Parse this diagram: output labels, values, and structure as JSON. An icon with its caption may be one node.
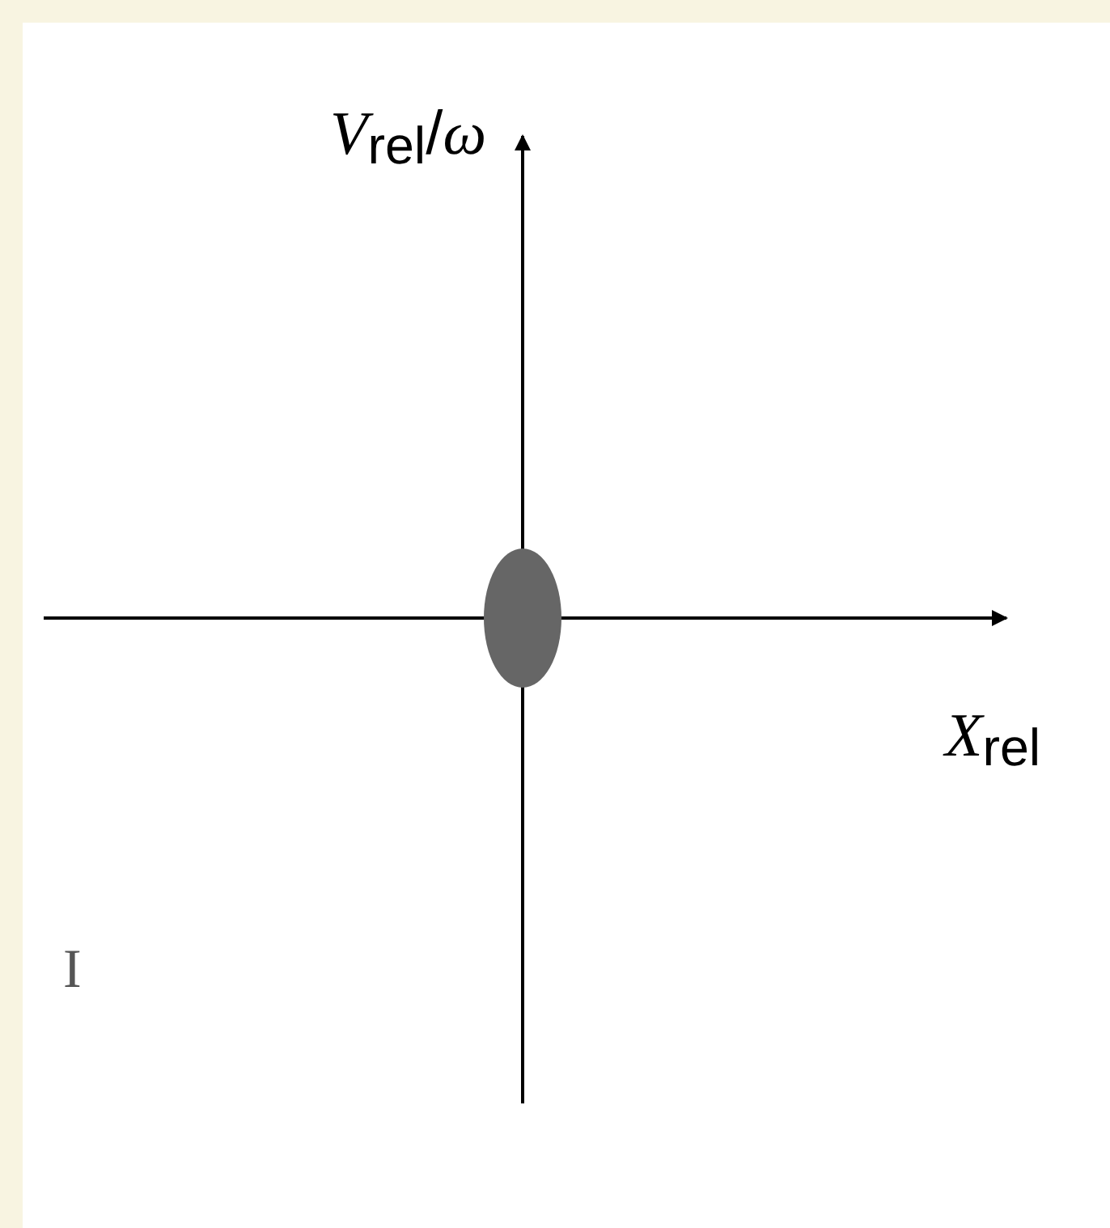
{
  "diagram": {
    "nodes": [
      {
        "text": [],
        "shape": "ellipse"
      }
    ],
    "labels": [
      "*V*$_{rel}$/*ω*",
      "*X*$_{rel}$",
      "I"
    ]
  }
}
